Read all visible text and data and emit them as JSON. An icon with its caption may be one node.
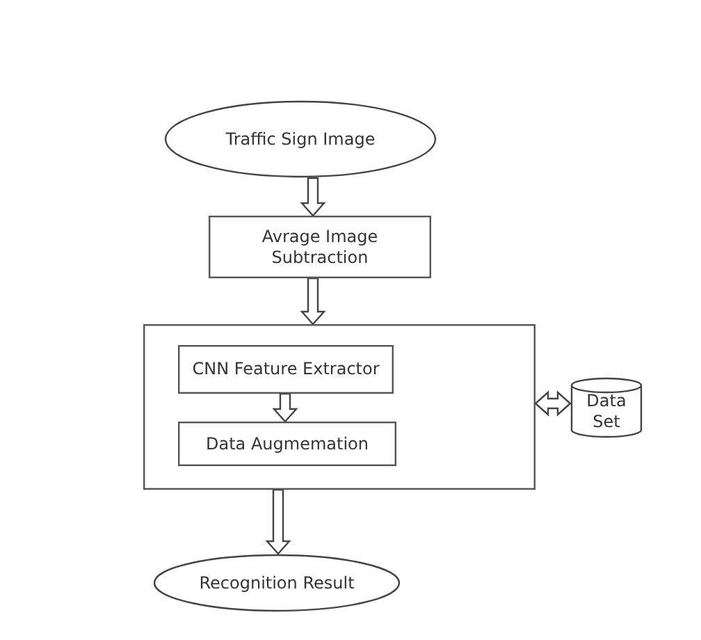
{
  "diagram": {
    "nodes": [
      {
        "text": [
          "Traffic Sign Image"
        ]
      },
      {
        "text": [
          "Avrage Image Subtraction"
        ]
      },
      {
        "text": [],
        "shape": "box"
      },
      {
        "text": [
          "CNN Feature Extractor"
        ],
        "in": 2
      },
      {
        "text": [
          "Data Augmemation"
        ],
        "in": 2
      },
      {
        "text": [
          "Data Set"
        ]
      },
      {
        "text": [
          "Recognition Result"
        ]
      }
    ],
    "edges": [
      {
        "from": 0,
        "to": 1,
        "arrow": "to"
      },
      {
        "from": 1,
        "to": 2,
        "arrow": "to"
      },
      {
        "from": 3,
        "to": 4,
        "arrow": "to"
      },
      {
        "from": 2,
        "to": 5,
        "arrow": "both"
      },
      {
        "from": 2,
        "to": 6,
        "arrow": "to"
      }
    ]
  }
}
